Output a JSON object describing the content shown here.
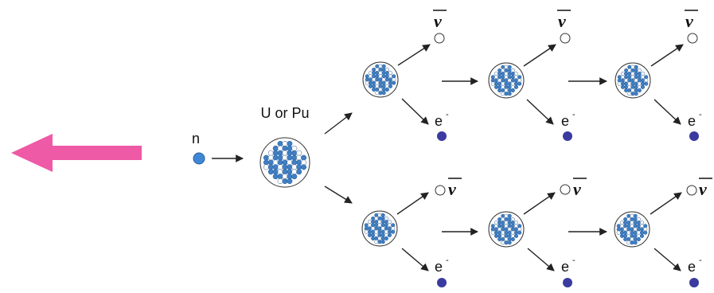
{
  "labels": {
    "neutron": "n",
    "parent_nucleus": "U or Pu",
    "antineutrino": "ν",
    "electron": "e",
    "electron_charge": "-"
  },
  "colors": {
    "big_arrow": "#ee5aa6",
    "neutron": "#3f87d6",
    "electron": "#3b3a9e",
    "nucleon_blue": "#3f7fc4",
    "nucleon_white": "#ffffff",
    "line": "#222222"
  },
  "big_arrow": {
    "direction": "left"
  },
  "chains": [
    {
      "name": "upper-decay-chain",
      "steps": 3
    },
    {
      "name": "lower-decay-chain",
      "steps": 3
    }
  ]
}
